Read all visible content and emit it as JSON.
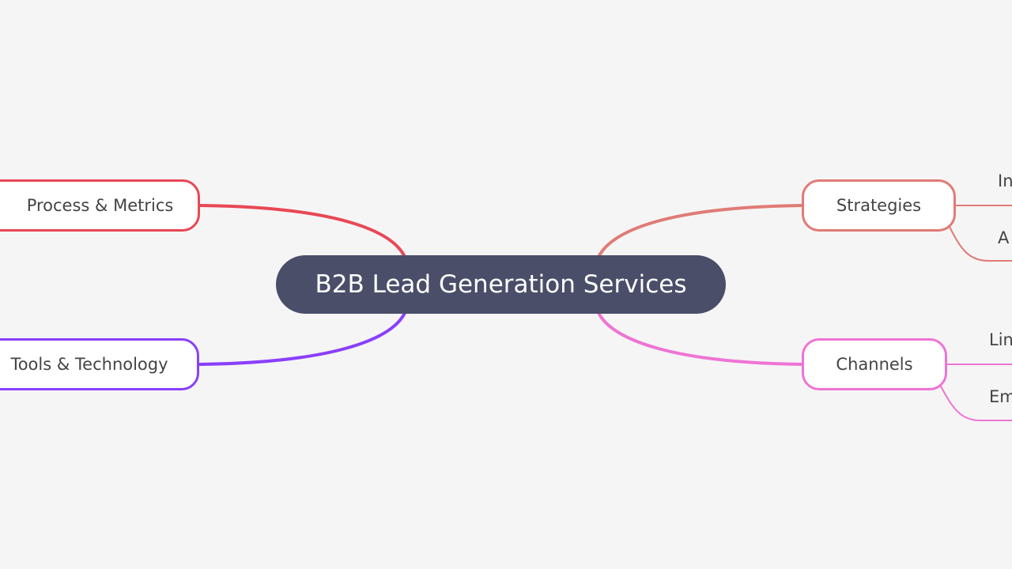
{
  "center": {
    "label": "B2B Lead Generation Services",
    "color": "#4a4e69"
  },
  "branches": [
    {
      "label": "Process & Metrics",
      "color": "#e84855"
    },
    {
      "label": "Tools & Technology",
      "color": "#8a3ffc"
    },
    {
      "label": "Strategies",
      "color": "#e07b76",
      "children": [
        "In",
        "A"
      ]
    },
    {
      "label": "Channels",
      "color": "#ee74d4",
      "children": [
        "Lin",
        "Em"
      ]
    }
  ]
}
